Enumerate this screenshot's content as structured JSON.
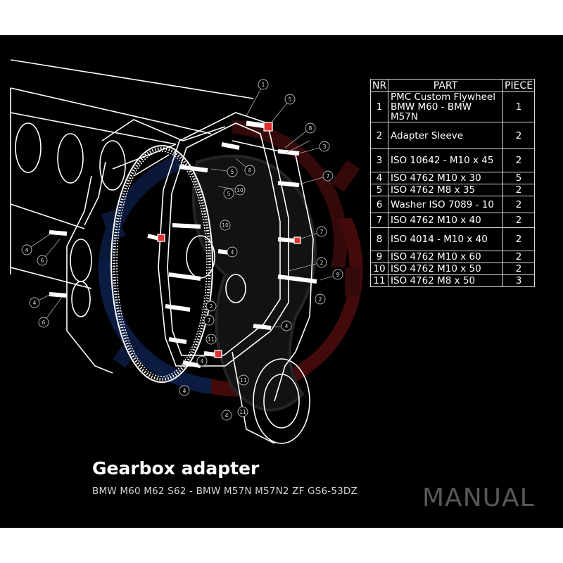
{
  "header": [
    "NR",
    "PART",
    "PIECE"
  ],
  "parts": [
    {
      "nr": "1",
      "part_line1": "PMC Custom Flywheel",
      "part_line2": "BMW M60 - BMW M57N",
      "piece": "1"
    },
    {
      "nr": "2",
      "part_line1": "Adapter Sleeve",
      "part_line2": "",
      "piece": "2"
    },
    {
      "nr": "3",
      "part_line1": "ISO 10642 - M10 x 45",
      "part_line2": "",
      "piece": "2"
    },
    {
      "nr": "4",
      "part_line1": "ISO 4762 M10 x 30",
      "part_line2": "",
      "piece": "5"
    },
    {
      "nr": "5",
      "part_line1": "ISO 4762 M8 x 35",
      "part_line2": "",
      "piece": "2"
    },
    {
      "nr": "6",
      "part_line1": "Washer ISO 7089 - 10",
      "part_line2": "",
      "piece": "2"
    },
    {
      "nr": "7",
      "part_line1": "ISO 4762 M10 x 40",
      "part_line2": "",
      "piece": "2"
    },
    {
      "nr": "8",
      "part_line1": "ISO 4014 - M10 x 40",
      "part_line2": "",
      "piece": "2"
    },
    {
      "nr": "9",
      "part_line1": "ISO 4762 M10 x 60",
      "part_line2": "",
      "piece": "2"
    },
    {
      "nr": "10",
      "part_line1": "ISO 4762 M10 x 50",
      "part_line2": "",
      "piece": "2"
    },
    {
      "nr": "11",
      "part_line1": "ISO 4762 M8 x 50",
      "part_line2": "",
      "piece": "3"
    }
  ],
  "title": "Gearbox adapter",
  "subtitle": "BMW M60 M62 S62 - BMW M57N M57N2 ZF GS6-53DZ",
  "badge": "MANUAL",
  "callouts": [
    "1",
    "2",
    "3",
    "4",
    "5",
    "6",
    "7",
    "8",
    "9",
    "10",
    "11"
  ],
  "colors": {
    "background": "#000000",
    "lines": "#ffffff",
    "logo_red": "#5a0a0a",
    "logo_blue": "#0d1f4a",
    "bolt_red": "#e03030"
  }
}
